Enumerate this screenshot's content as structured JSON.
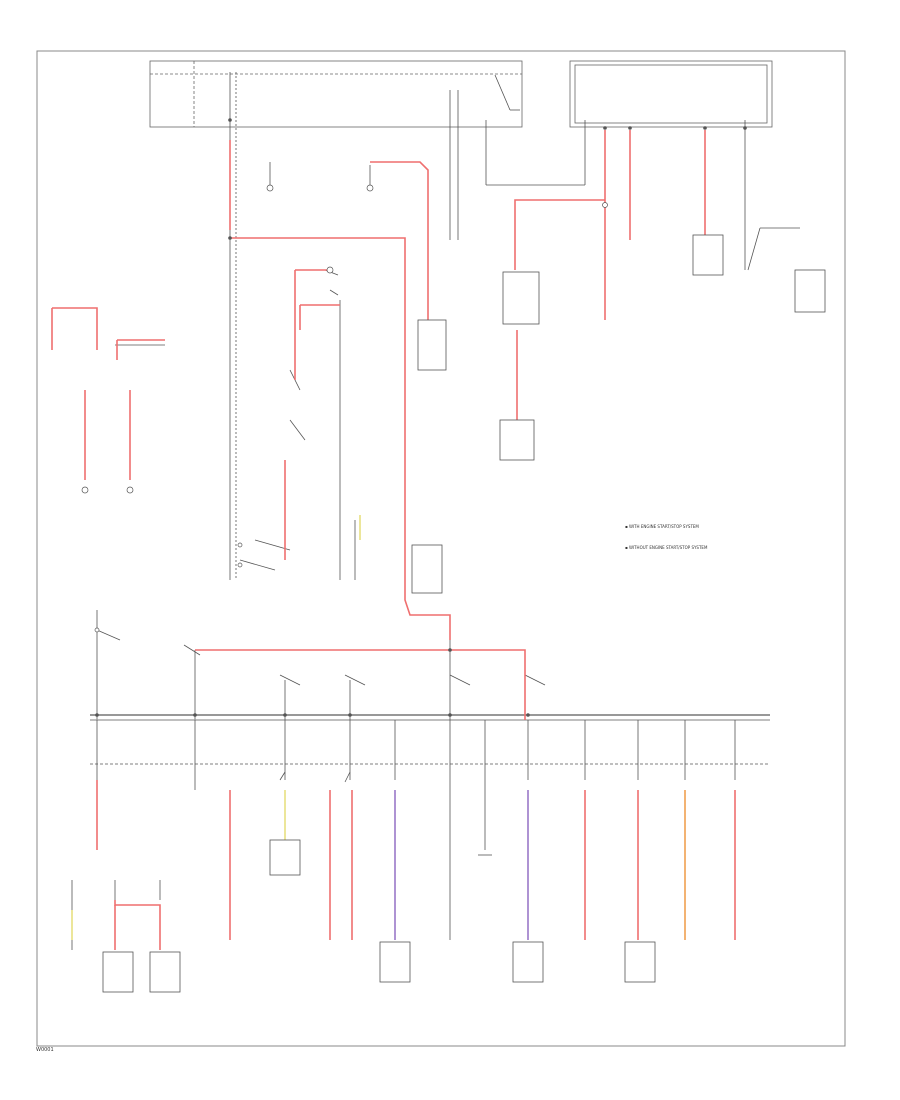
{
  "figure_code": "W0001",
  "legend": [
    {
      "label": "▪ WITH ENGINE START/STOP SYSTEM"
    },
    {
      "label": "▪ WITHOUT ENGINE START/STOP SYSTEM"
    }
  ],
  "colors": {
    "red_wire": "#ef6f6f",
    "purple_wire": "#9a78c8",
    "orange_wire": "#f0a050",
    "yellow_wire": "#e8e080",
    "black_wire": "#555555",
    "frame": "#888888"
  }
}
